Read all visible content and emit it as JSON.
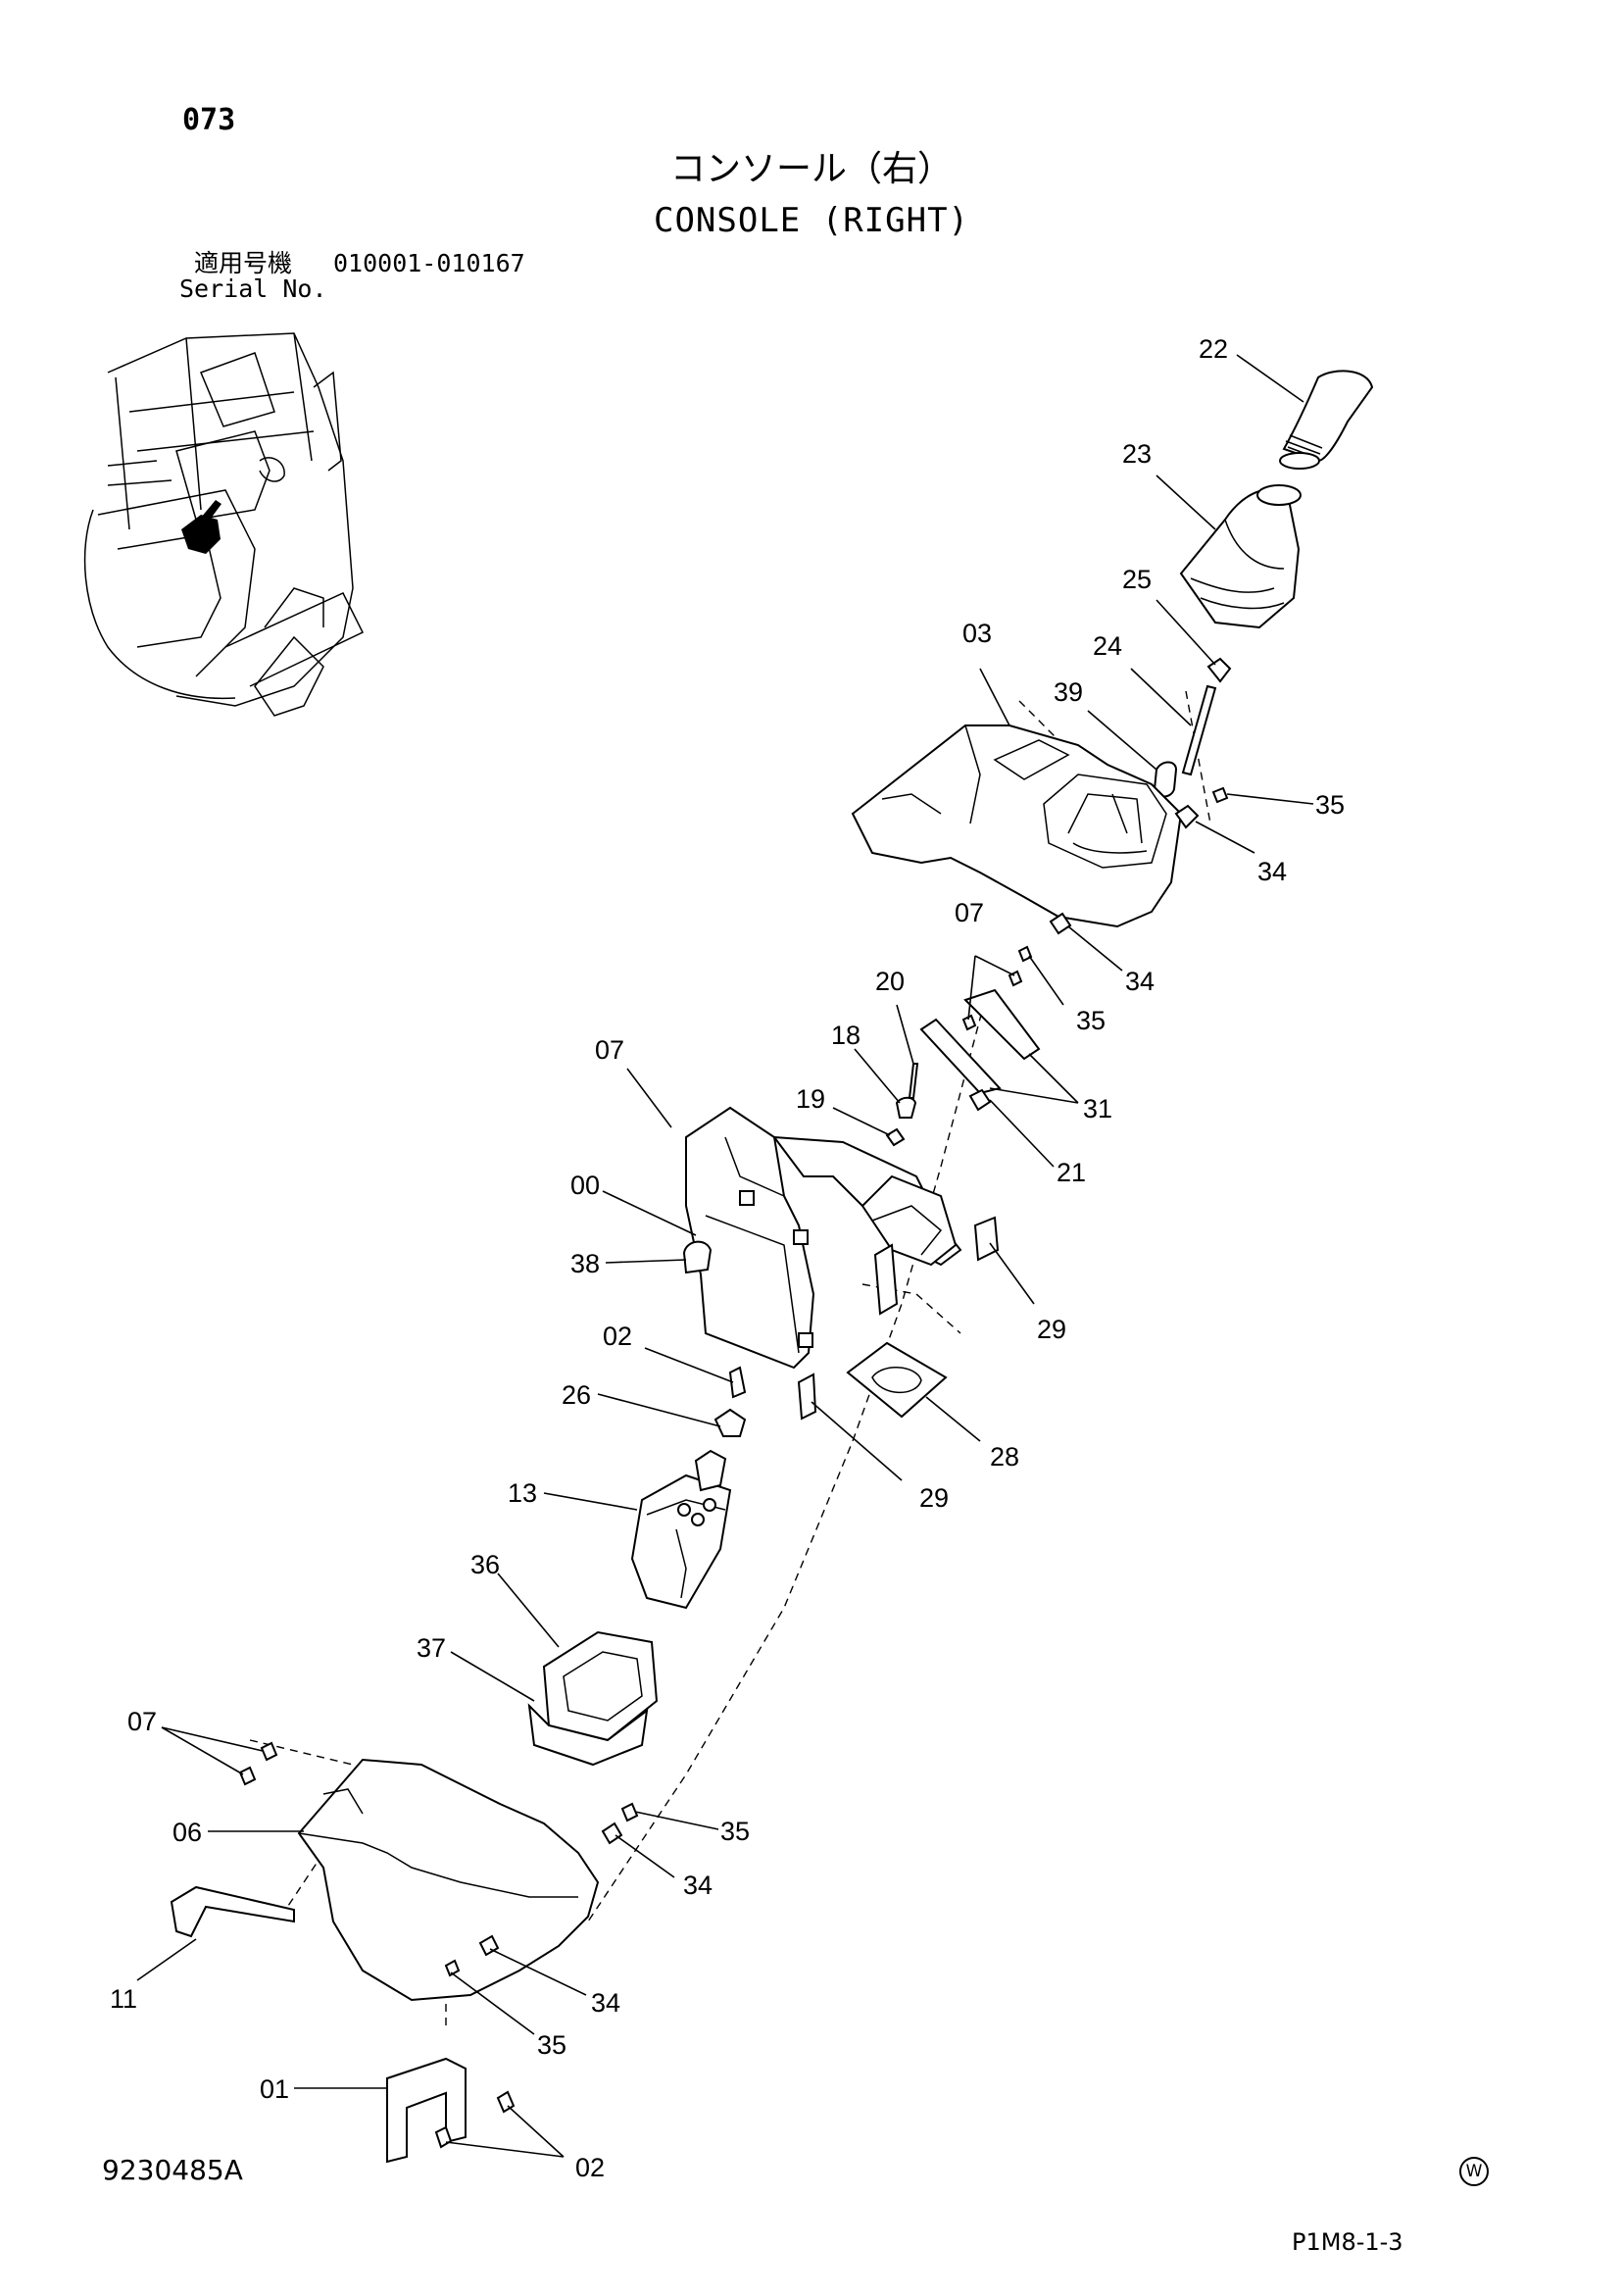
{
  "header": {
    "page_number": "073",
    "title_jp": "コンソール（右）",
    "title_en": "CONSOLE (RIGHT)",
    "serial_label_jp": "適用号機",
    "serial_range": "010001-010167",
    "serial_label_en": "Serial No."
  },
  "footer": {
    "drawing_code": "9230485A",
    "w_mark": "W",
    "page_code": "P1M8-1-3"
  },
  "callouts": {
    "c22": "22",
    "c23": "23",
    "c25": "25",
    "c24": "24",
    "c03": "03",
    "c39": "39",
    "c35a": "35",
    "c34a": "34",
    "c07a": "07",
    "c34b": "34",
    "c35b": "35",
    "c20": "20",
    "c18": "18",
    "c31": "31",
    "c07b": "07",
    "c19": "19",
    "c21": "21",
    "c00": "00",
    "c38": "38",
    "c29a": "29",
    "c02a": "02",
    "c26": "26",
    "c28": "28",
    "c29b": "29",
    "c13": "13",
    "c36": "36",
    "c37": "37",
    "c07c": "07",
    "c35c": "35",
    "c06": "06",
    "c34c": "34",
    "c11": "11",
    "c34d": "34",
    "c35d": "35",
    "c01": "01",
    "c02b": "02"
  }
}
